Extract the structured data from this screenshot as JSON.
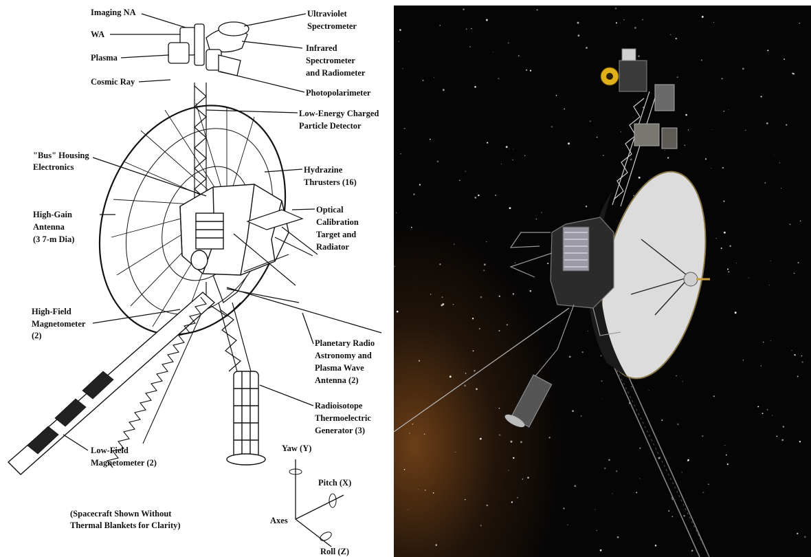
{
  "diagram": {
    "labels": {
      "imaging_na": "Imaging NA",
      "wa": "WA",
      "plasma": "Plasma",
      "cosmic_ray": "Cosmic Ray",
      "uvs_1": "Ultraviolet",
      "uvs_2": "Spectrometer",
      "iris_1": "Infrared",
      "iris_2": "Spectrometer",
      "iris_3": "and Radiometer",
      "photopolarimeter": "Photopolarimeter",
      "lecp_1": "Low-Energy Charged",
      "lecp_2": "Particle Detector",
      "bus_1": "\"Bus\" Housing",
      "bus_2": "Electronics",
      "thrusters_1": "Hydrazine",
      "thrusters_2": "Thrusters (16)",
      "hga_1": "High-Gain",
      "hga_2": "Antenna",
      "hga_3": "(3 7-m Dia)",
      "opt_1": "Optical",
      "opt_2": "Calibration",
      "opt_3": "Target and",
      "opt_4": "Radiator",
      "hfm_1": "High-Field",
      "hfm_2": "Magnetometer",
      "hfm_3": "(2)",
      "pra_1": "Planetary Radio",
      "pra_2": "Astronomy and",
      "pra_3": "Plasma Wave",
      "pra_4": "Antenna (2)",
      "rtg_1": "Radioisotope",
      "rtg_2": "Thermoelectric",
      "rtg_3": "Generator (3)",
      "lfm_1": "Low-Field",
      "lfm_2": "Magnetometer (2)",
      "note_1": "(Spacecraft Shown Without",
      "note_2": "Thermal Blankets for Clarity)",
      "yaw": "Yaw (Y)",
      "pitch": "Pitch (X)",
      "roll": "Roll (Z)",
      "axes": "Axes"
    }
  }
}
